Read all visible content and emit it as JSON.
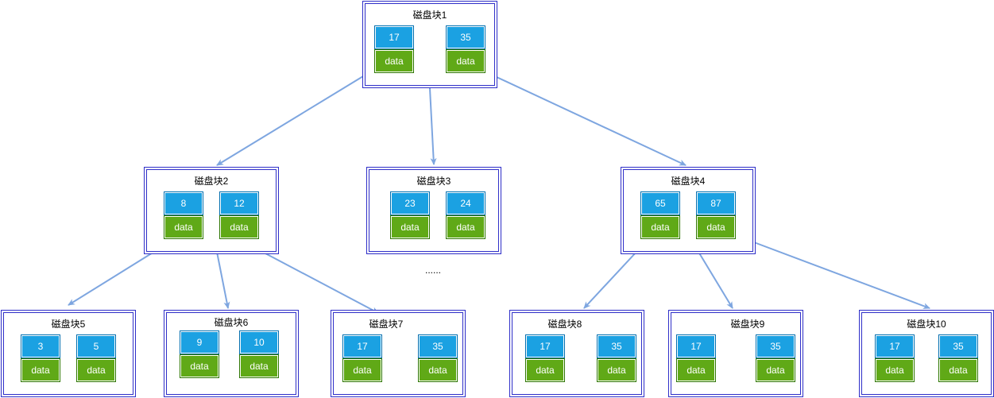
{
  "diagram": {
    "ellipsis": "......",
    "colors": {
      "block_border": "#2e2ec8",
      "key_fill": "#1ba1e2",
      "data_fill": "#60a917",
      "edge": "#7ea6e0"
    },
    "blocks": [
      {
        "id": "b1",
        "title": "磁盘块1",
        "cells": [
          {
            "key": "17",
            "data": "data"
          },
          {
            "key": "35",
            "data": "data"
          }
        ]
      },
      {
        "id": "b2",
        "title": "磁盘块2",
        "cells": [
          {
            "key": "8",
            "data": "data"
          },
          {
            "key": "12",
            "data": "data"
          }
        ]
      },
      {
        "id": "b3",
        "title": "磁盘块3",
        "cells": [
          {
            "key": "23",
            "data": "data"
          },
          {
            "key": "24",
            "data": "data"
          }
        ]
      },
      {
        "id": "b4",
        "title": "磁盘块4",
        "cells": [
          {
            "key": "65",
            "data": "data"
          },
          {
            "key": "87",
            "data": "data"
          }
        ]
      },
      {
        "id": "b5",
        "title": "磁盘块5",
        "cells": [
          {
            "key": "3",
            "data": "data"
          },
          {
            "key": "5",
            "data": "data"
          }
        ]
      },
      {
        "id": "b6",
        "title": "磁盘块6",
        "cells": [
          {
            "key": "9",
            "data": "data"
          },
          {
            "key": "10",
            "data": "data"
          }
        ]
      },
      {
        "id": "b7",
        "title": "磁盘块7",
        "cells": [
          {
            "key": "17",
            "data": "data"
          },
          {
            "key": "35",
            "data": "data"
          }
        ]
      },
      {
        "id": "b8",
        "title": "磁盘块8",
        "cells": [
          {
            "key": "17",
            "data": "data"
          },
          {
            "key": "35",
            "data": "data"
          }
        ]
      },
      {
        "id": "b9",
        "title": "磁盘块9",
        "cells": [
          {
            "key": "17",
            "data": "data"
          },
          {
            "key": "35",
            "data": "data"
          }
        ]
      },
      {
        "id": "b10",
        "title": "磁盘块10",
        "cells": [
          {
            "key": "17",
            "data": "data"
          },
          {
            "key": "35",
            "data": "data"
          }
        ]
      }
    ],
    "edges": [
      {
        "from": "b1",
        "to": "b2"
      },
      {
        "from": "b1",
        "to": "b3"
      },
      {
        "from": "b1",
        "to": "b4"
      },
      {
        "from": "b2",
        "to": "b5"
      },
      {
        "from": "b2",
        "to": "b6"
      },
      {
        "from": "b2",
        "to": "b7"
      },
      {
        "from": "b4",
        "to": "b8"
      },
      {
        "from": "b4",
        "to": "b9"
      },
      {
        "from": "b4",
        "to": "b10"
      }
    ]
  }
}
